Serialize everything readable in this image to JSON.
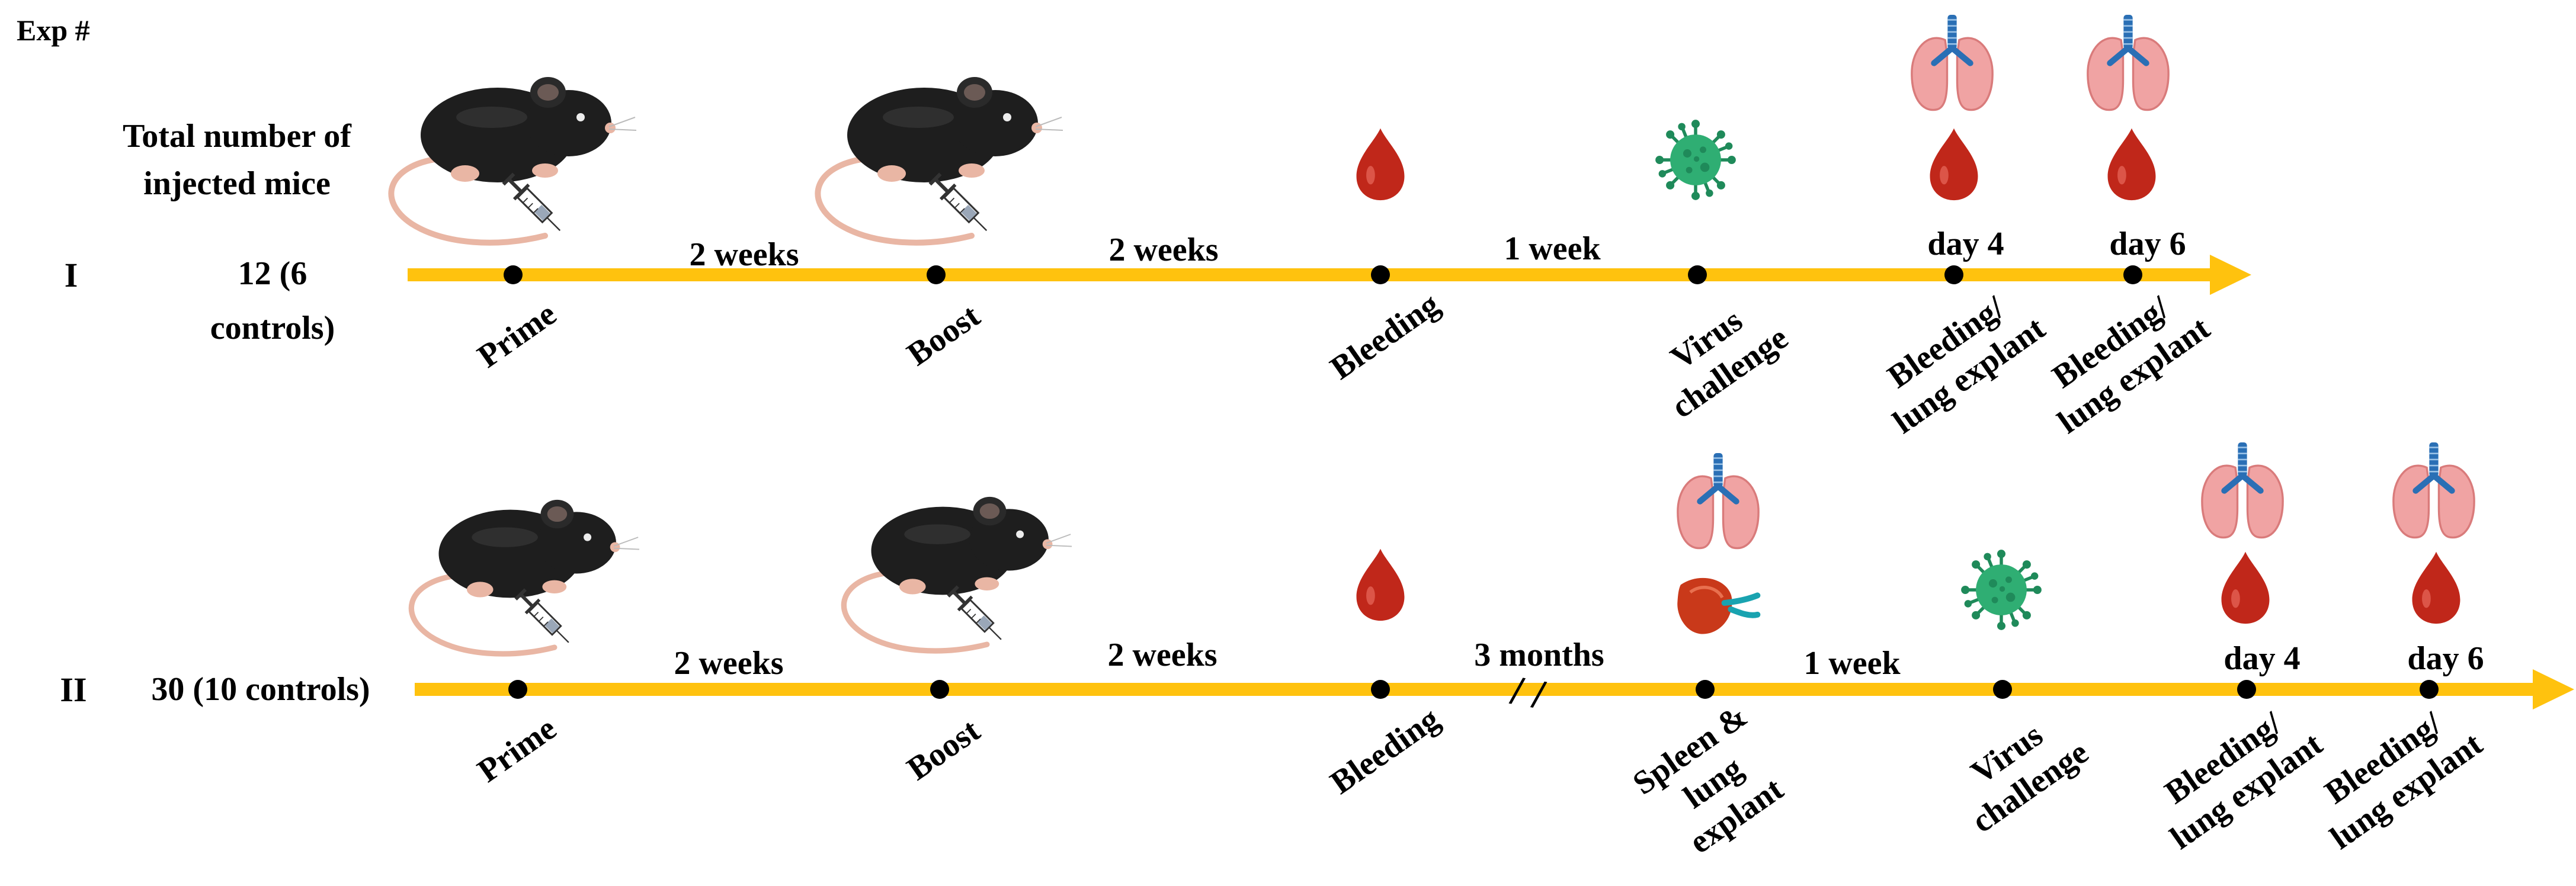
{
  "header": {
    "exp_label": "Exp #",
    "total_label_line1": "Total number of",
    "total_label_line2": "injected mice"
  },
  "colors": {
    "timeline": "#FFC20E",
    "dot": "#000000",
    "blood": "#C0271A",
    "virus": "#2FAE73",
    "lung": "#F0A3A3",
    "trachea": "#2A6FB5",
    "spleen": "#C9391A",
    "mouse": "#1E1E1E"
  },
  "experiments": [
    {
      "id": "I",
      "mice": [
        "12 (6",
        "controls)"
      ],
      "intervals": [
        "2 weeks",
        "2 weeks",
        "1 week"
      ],
      "days": [
        "day 4",
        "day 6"
      ],
      "events": [
        {
          "lines": [
            "Prime"
          ],
          "icon": "mouse-syringe-icon"
        },
        {
          "lines": [
            "Boost"
          ],
          "icon": "mouse-syringe-icon"
        },
        {
          "lines": [
            "Bleeding"
          ],
          "icon": "blood-drop-icon"
        },
        {
          "lines": [
            "Virus",
            "challenge"
          ],
          "icon": "virus-icon"
        },
        {
          "lines": [
            "Bleeding/",
            "lung explant"
          ],
          "icon": "lungs-blood-icon"
        },
        {
          "lines": [
            "Bleeding/",
            "lung explant"
          ],
          "icon": "lungs-blood-icon"
        }
      ]
    },
    {
      "id": "II",
      "mice": [
        "30 (10 controls)"
      ],
      "intervals": [
        "2 weeks",
        "2 weeks",
        "3 months",
        "1 week"
      ],
      "days": [
        "day 4",
        "day 6"
      ],
      "break_mark": "/ /",
      "events": [
        {
          "lines": [
            "Prime"
          ],
          "icon": "mouse-syringe-icon"
        },
        {
          "lines": [
            "Boost"
          ],
          "icon": "mouse-syringe-icon"
        },
        {
          "lines": [
            "Bleeding"
          ],
          "icon": "blood-drop-icon"
        },
        {
          "lines": [
            "Spleen &",
            "lung",
            "explant"
          ],
          "icon": "lungs-spleen-icon"
        },
        {
          "lines": [
            "Virus",
            "challenge"
          ],
          "icon": "virus-icon"
        },
        {
          "lines": [
            "Bleeding/",
            "lung explant"
          ],
          "icon": "lungs-blood-icon"
        },
        {
          "lines": [
            "Bleeding/",
            "lung explant"
          ],
          "icon": "lungs-blood-icon"
        }
      ]
    }
  ]
}
